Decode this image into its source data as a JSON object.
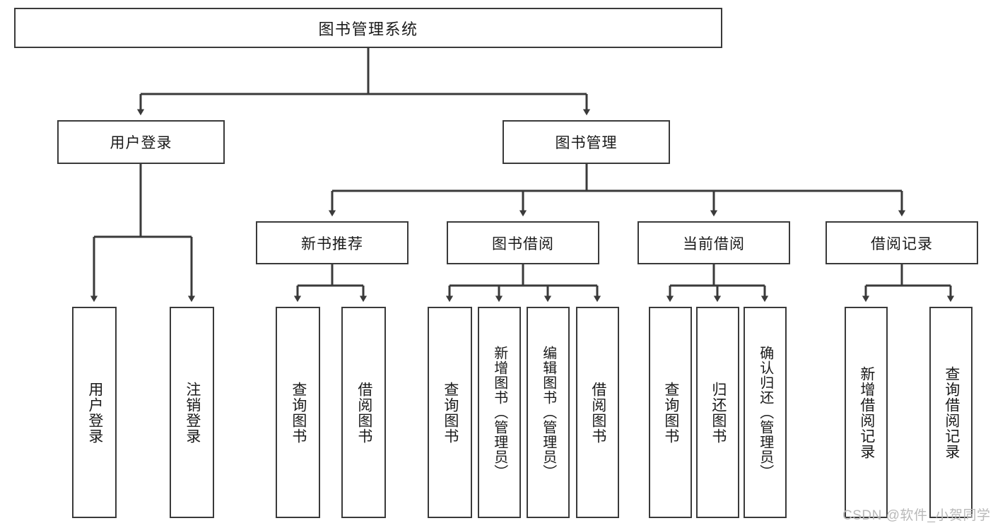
{
  "diagram": {
    "type": "tree-hierarchy-chart",
    "title": "图书管理系统",
    "line_color": "#3a3a3a",
    "box_fill": "#ffffff",
    "text_color": "#1a1a1a",
    "root": {
      "id": "root",
      "label": "图书管理系统"
    },
    "level2": [
      {
        "id": "user-login",
        "label": "用户登录"
      },
      {
        "id": "book-manage",
        "label": "图书管理"
      }
    ],
    "level3": [
      {
        "id": "new-book-recommend",
        "label": "新书推荐",
        "parent": "book-manage"
      },
      {
        "id": "book-borrow",
        "label": "图书借阅",
        "parent": "book-manage"
      },
      {
        "id": "current-borrow",
        "label": "当前借阅",
        "parent": "book-manage"
      },
      {
        "id": "borrow-record",
        "label": "借阅记录",
        "parent": "book-manage"
      }
    ],
    "leaves": [
      {
        "id": "leaf-user-login",
        "label": "用户登录",
        "parent": "user-login",
        "tall": false
      },
      {
        "id": "leaf-user-logout",
        "label": "注销登录",
        "parent": "user-login",
        "tall": false
      },
      {
        "id": "leaf-query-book-1",
        "label": "查询图书",
        "parent": "new-book-recommend",
        "tall": false
      },
      {
        "id": "leaf-borrow-book-1",
        "label": "借阅图书",
        "parent": "new-book-recommend",
        "tall": false
      },
      {
        "id": "leaf-query-book-2",
        "label": "查询图书",
        "parent": "book-borrow",
        "tall": false
      },
      {
        "id": "leaf-add-book",
        "label": "新增图书（管理员）",
        "parent": "book-borrow",
        "tall": true
      },
      {
        "id": "leaf-edit-book",
        "label": "编辑图书（管理员）",
        "parent": "book-borrow",
        "tall": true
      },
      {
        "id": "leaf-borrow-book-2",
        "label": "借阅图书",
        "parent": "book-borrow",
        "tall": false
      },
      {
        "id": "leaf-query-book-3",
        "label": "查询图书",
        "parent": "current-borrow",
        "tall": false
      },
      {
        "id": "leaf-return-book",
        "label": "归还图书",
        "parent": "current-borrow",
        "tall": false
      },
      {
        "id": "leaf-confirm-return",
        "label": "确认归还（管理员）",
        "parent": "current-borrow",
        "tall": true
      },
      {
        "id": "leaf-add-record",
        "label": "新增借阅记录",
        "parent": "borrow-record",
        "tall": false
      },
      {
        "id": "leaf-query-record",
        "label": "查询借阅记录",
        "parent": "borrow-record",
        "tall": false
      }
    ],
    "watermark": "CSDN @软件_小贺同学"
  }
}
